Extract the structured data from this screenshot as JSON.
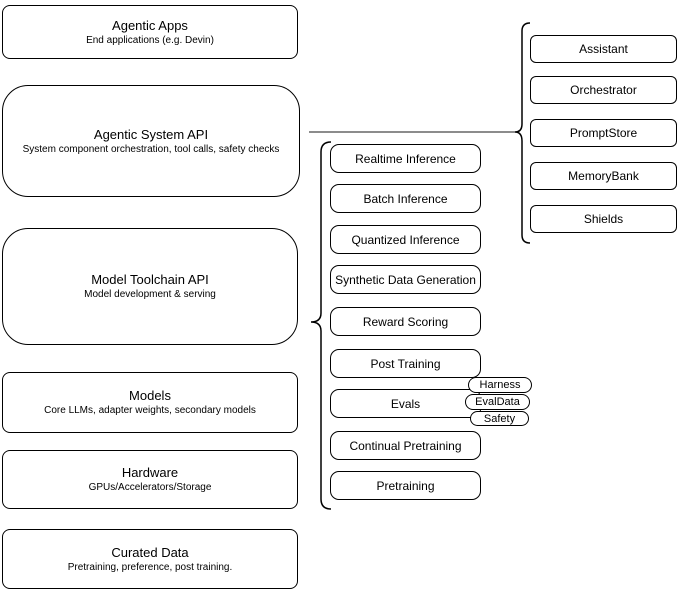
{
  "diagram": {
    "left_column": [
      {
        "title": "Agentic Apps",
        "subtitle": "End applications (e.g. Devin)"
      },
      {
        "title": "Agentic System API",
        "subtitle": "System component orchestration, tool calls, safety checks"
      },
      {
        "title": "Model Toolchain API",
        "subtitle": "Model development & serving"
      },
      {
        "title": "Models",
        "subtitle": "Core LLMs, adapter weights, secondary models"
      },
      {
        "title": "Hardware",
        "subtitle": "GPUs/Accelerators/Storage"
      },
      {
        "title": "Curated Data",
        "subtitle": "Pretraining, preference, post training."
      }
    ],
    "toolchain_group": {
      "items": [
        "Realtime Inference",
        "Batch Inference",
        "Quantized Inference",
        "Synthetic Data Generation",
        "Reward Scoring",
        "Post Training",
        "Evals",
        "Continual Pretraining",
        "Pretraining"
      ]
    },
    "evals_tags": [
      "Harness",
      "EvalData",
      "Safety"
    ],
    "system_group": {
      "items": [
        "Assistant",
        "Orchestrator",
        "PromptStore",
        "MemoryBank",
        "Shields"
      ]
    },
    "colors": {
      "node_border": "#000000",
      "node_fill": "#ffffff",
      "connector": "#666666",
      "text": "#000000"
    }
  }
}
